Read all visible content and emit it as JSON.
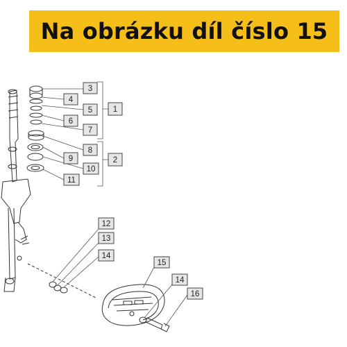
{
  "banner": {
    "title": "Na obrázku díl číslo 15",
    "background": "#f5be19"
  },
  "diagram": {
    "callouts": [
      "1",
      "2",
      "3",
      "4",
      "5",
      "6",
      "7",
      "8",
      "9",
      "10",
      "11",
      "12",
      "13",
      "14",
      "14",
      "15",
      "16"
    ],
    "highlighted_part": "15"
  }
}
